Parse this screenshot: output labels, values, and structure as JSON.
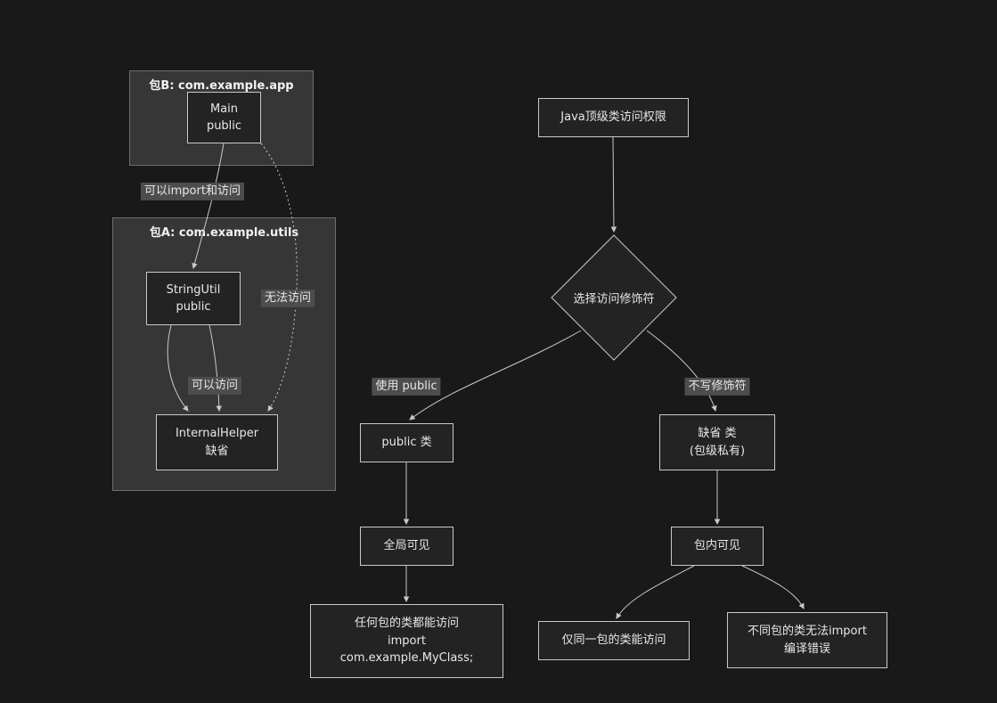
{
  "diagram": {
    "packages": {
      "pkgB": {
        "title": "包B: com.example.app"
      },
      "pkgA": {
        "title": "包A: com.example.utils"
      }
    },
    "nodes": {
      "main": {
        "line1": "Main",
        "line2": "public"
      },
      "stringutil": {
        "line1": "StringUtil",
        "line2": "public"
      },
      "internalhelper": {
        "line1": "InternalHelper",
        "line2": "缺省"
      },
      "root": {
        "line1": "Java顶级类访问权限"
      },
      "decision": {
        "line1": "选择访问修饰符"
      },
      "public_class": {
        "line1": "public 类"
      },
      "global_visible": {
        "line1": "全局可见"
      },
      "any_package": {
        "line1": "任何包的类都能访问",
        "line2": "import",
        "line3": "com.example.MyClass;"
      },
      "default_class": {
        "line1": "缺省 类",
        "line2": "(包级私有)"
      },
      "package_visible": {
        "line1": "包内可见"
      },
      "same_package": {
        "line1": "仅同一包的类能访问"
      },
      "diff_package": {
        "line1": "不同包的类无法import",
        "line2": "编译错误"
      }
    },
    "edge_labels": {
      "import_access": "可以import和访问",
      "can_access": "可以访问",
      "no_access": "无法访问",
      "use_public": "使用 public",
      "no_modifier": "不写修饰符"
    },
    "colors": {
      "background": "#191919",
      "node_fill": "#232323",
      "node_border": "#c9c9c9",
      "package_fill": "rgba(255,255,255,0.13)",
      "edge": "#c9c9c9",
      "edge_label_bg": "#4d4d4d",
      "text": "#e8e8e8"
    }
  }
}
